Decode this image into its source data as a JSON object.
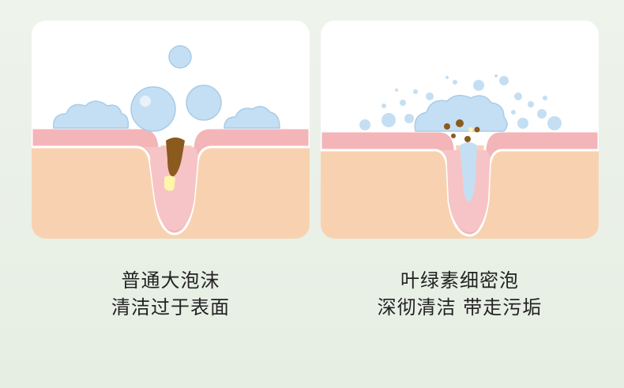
{
  "colors": {
    "background": "#eaf0e7",
    "skin_surface": "#f4b5b8",
    "skin_edge": "#ffffff",
    "dermis": "#f8d2b0",
    "follicle": "#f6c4c6",
    "bubble": "#c4dff3",
    "bubble_stroke": "#a9cbe8",
    "dirt": "#8b5a1e",
    "oil": "#fff6a8"
  },
  "panels": [
    {
      "caption_line1": "普通大泡沫",
      "caption_line2": "清洁过于表面"
    },
    {
      "caption_line1": "叶绿素细密泡",
      "caption_line2": "深彻清洁 带走污垢"
    }
  ]
}
